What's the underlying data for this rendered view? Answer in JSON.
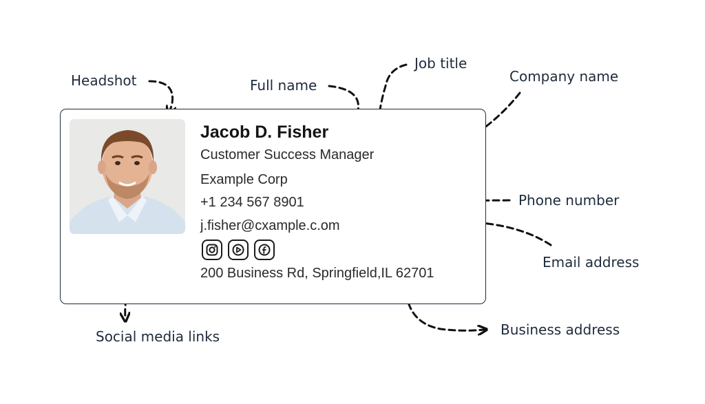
{
  "callouts": {
    "headshot": "Headshot",
    "full_name": "Full name",
    "job_title": "Job title",
    "company_name": "Company name",
    "phone_number": "Phone number",
    "email_address": "Email address",
    "social_media_links": "Social media links",
    "business_address": "Business address"
  },
  "signature": {
    "name": "Jacob D. Fisher",
    "job_title": "Customer Success Manager",
    "company": "Example Corp",
    "phone": "+1 234 567 8901",
    "email": "j.fisher@cxample.c.om",
    "address": "200 Business Rd, Springfield,IL 62701",
    "social_icons": [
      "instagram-icon",
      "youtube-icon",
      "facebook-icon"
    ]
  },
  "colors": {
    "text_dark": "#1e2b3c",
    "card_border": "#1e2b3c",
    "arrow": "#111111"
  }
}
